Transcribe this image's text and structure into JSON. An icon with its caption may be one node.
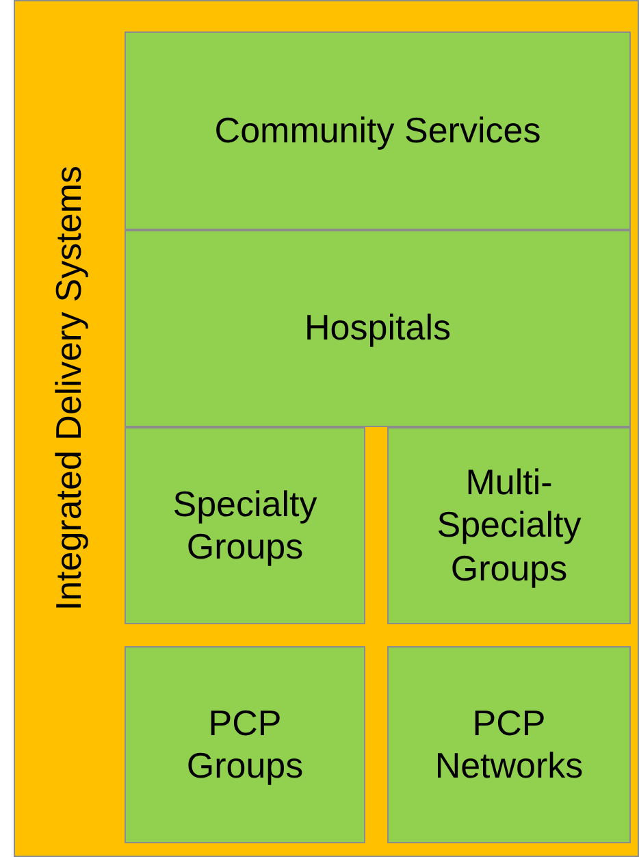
{
  "diagram": {
    "nodes": [
      {
        "text": [
          "Integrated Delivery Systems"
        ]
      },
      {
        "text": [
          "Community Services"
        ],
        "in": 0
      },
      {
        "text": [
          "Hospitals"
        ],
        "in": 0
      },
      {
        "text": [
          "Specialty Groups"
        ],
        "in": 0
      },
      {
        "text": [
          "Multi-Specialty Groups"
        ],
        "in": 0
      },
      {
        "text": [
          "PCP Groups"
        ],
        "in": 0
      },
      {
        "text": [
          "PCP Networks"
        ],
        "in": 0
      }
    ]
  }
}
